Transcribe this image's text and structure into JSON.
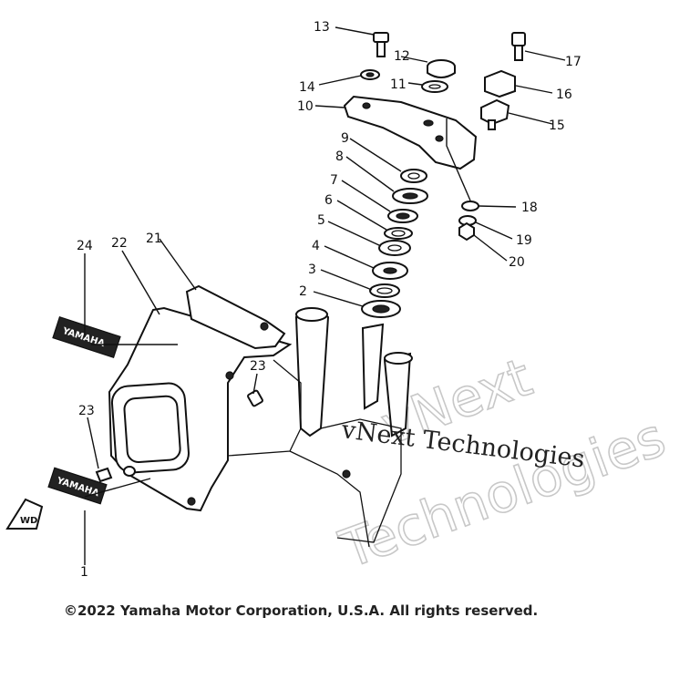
{
  "callouts": [
    {
      "id": "1",
      "label": "1"
    },
    {
      "id": "2",
      "label": "2"
    },
    {
      "id": "3",
      "label": "3"
    },
    {
      "id": "4",
      "label": "4"
    },
    {
      "id": "5",
      "label": "5"
    },
    {
      "id": "6",
      "label": "6"
    },
    {
      "id": "7",
      "label": "7"
    },
    {
      "id": "8",
      "label": "8"
    },
    {
      "id": "9",
      "label": "9"
    },
    {
      "id": "10",
      "label": "10"
    },
    {
      "id": "11",
      "label": "11"
    },
    {
      "id": "12",
      "label": "12"
    },
    {
      "id": "13",
      "label": "13"
    },
    {
      "id": "14",
      "label": "14"
    },
    {
      "id": "15",
      "label": "15"
    },
    {
      "id": "16",
      "label": "16"
    },
    {
      "id": "17",
      "label": "17"
    },
    {
      "id": "18",
      "label": "18"
    },
    {
      "id": "19",
      "label": "19"
    },
    {
      "id": "20",
      "label": "20"
    },
    {
      "id": "21",
      "label": "21"
    },
    {
      "id": "22",
      "label": "22"
    },
    {
      "id": "23a",
      "label": "23"
    },
    {
      "id": "23b",
      "label": "23"
    },
    {
      "id": "24",
      "label": "24"
    }
  ],
  "decals": {
    "upper": "YAMAHA",
    "lower": "YAMAHA",
    "small": "WD"
  },
  "watermark": {
    "outline_line1": "vNext",
    "outline_line2": "Technologies",
    "overlay": "vNext Technologies"
  },
  "footer": {
    "copyright": "©2022 Yamaha Motor Corporation, U.S.A. All rights reserved."
  }
}
